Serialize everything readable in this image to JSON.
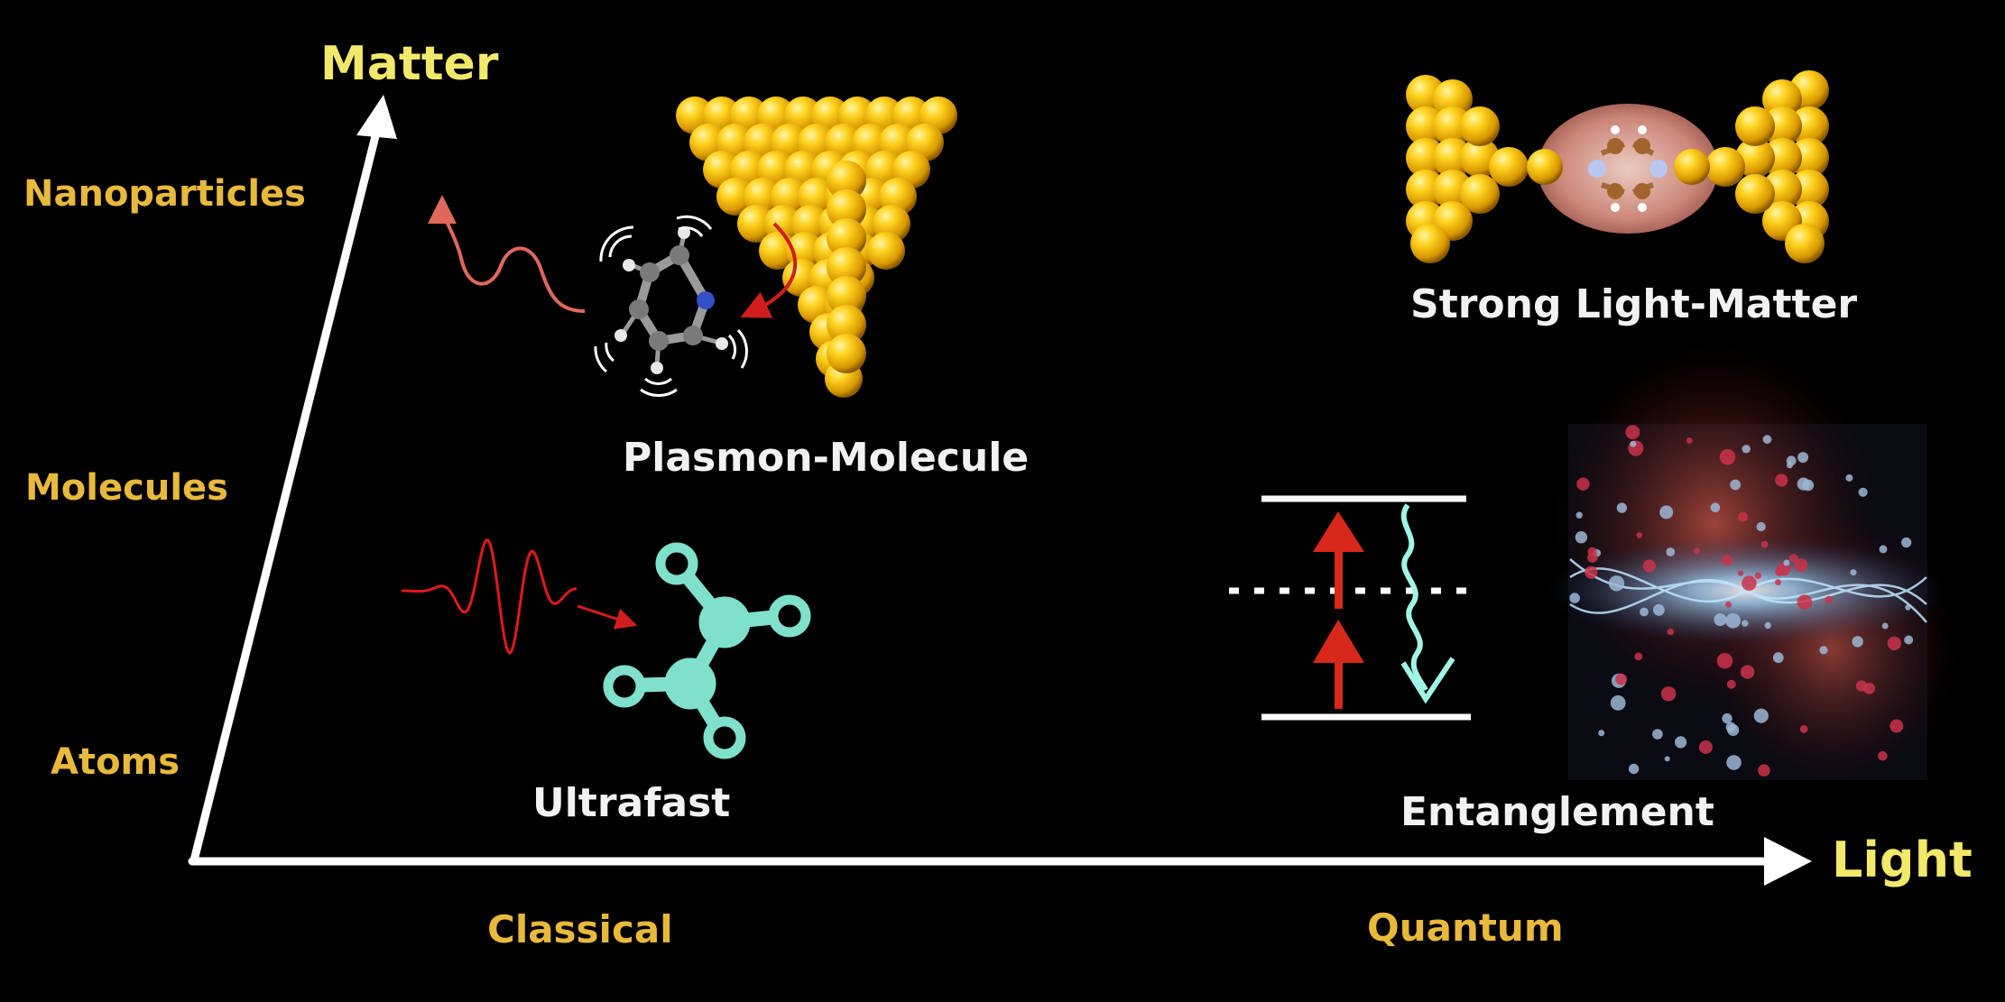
{
  "axes": {
    "y_title": "Matter",
    "x_title": "Light",
    "y_levels": [
      "Nanoparticles",
      "Molecules",
      "Atoms"
    ],
    "x_levels": [
      "Classical",
      "Quantum"
    ]
  },
  "panels": {
    "plasmon_molecule": "Plasmon-Molecule",
    "strong_light_matter": "Strong Light-Matter",
    "ultrafast": "Ultrafast",
    "entanglement": "Entanglement"
  },
  "colors": {
    "background": "#000000",
    "axis": "#ffffff",
    "axis_title": "#f2e86a",
    "level_label": "#e8b93a",
    "panel_label": "#f2f2f2",
    "gold": "#f5c518",
    "pulse_red": "#e01a1a",
    "molecule_teal": "#7fe0cc",
    "photon_cyan": "#9ff5e6",
    "cavity_glow": "#e8a79a"
  }
}
